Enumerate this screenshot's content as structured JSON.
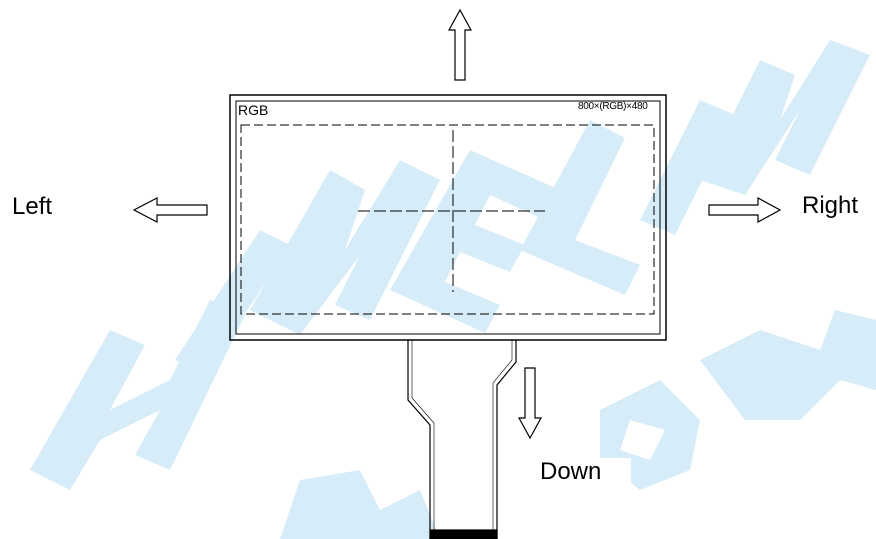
{
  "directions": {
    "left": "Left",
    "right": "Right",
    "down": "Down"
  },
  "lcd": {
    "corner_label": "RGB",
    "resolution_label": "800×(RGB)×480"
  },
  "colors": {
    "watermark": "#cfe9f7",
    "lines": "#000000"
  }
}
